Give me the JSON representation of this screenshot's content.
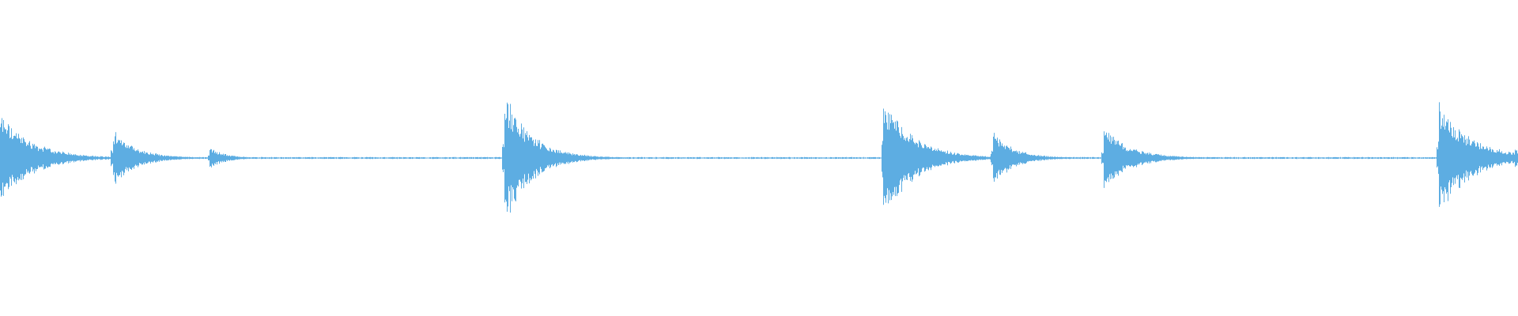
{
  "waveform": {
    "color": "#5dade2",
    "background": "#ffffff",
    "duration_fraction_scale": "0-1 time",
    "transients": [
      {
        "time": 0.0,
        "peak": 0.46,
        "decay": 0.06
      },
      {
        "time": 0.074,
        "peak": 0.29,
        "decay": 0.045
      },
      {
        "time": 0.138,
        "peak": 0.11,
        "decay": 0.03
      },
      {
        "time": 0.332,
        "peak": 0.68,
        "decay": 0.05
      },
      {
        "time": 0.582,
        "peak": 0.65,
        "decay": 0.055
      },
      {
        "time": 0.654,
        "peak": 0.28,
        "decay": 0.04
      },
      {
        "time": 0.727,
        "peak": 0.32,
        "decay": 0.05
      },
      {
        "time": 0.948,
        "peak": 0.58,
        "decay": 0.06
      },
      {
        "time": 0.998,
        "peak": 0.13,
        "decay": 0.01
      }
    ],
    "noise_floor": 0.01
  }
}
